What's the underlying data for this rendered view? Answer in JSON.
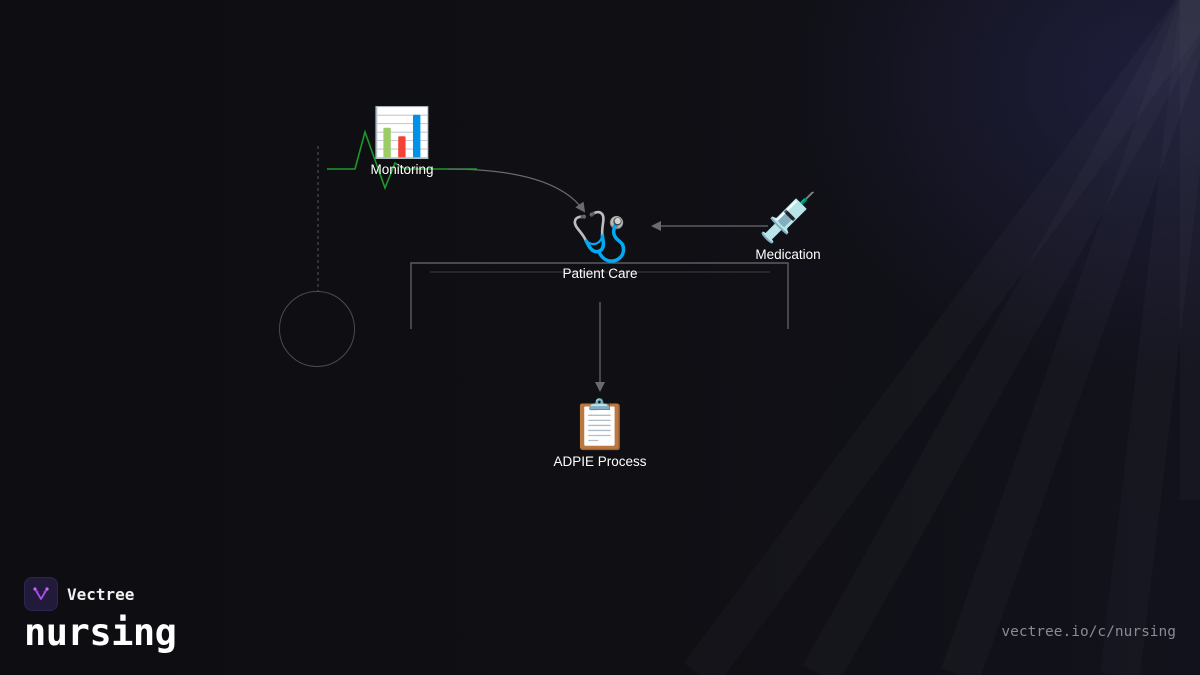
{
  "colors": {
    "background": "#0e0e12",
    "connector": "#6a6a70",
    "ecg_trace": "#1a9a2a",
    "text": "#ffffff",
    "url_text": "#8a8a92",
    "logo_accent": "#b04ce8"
  },
  "nodes": {
    "monitoring": {
      "icon": "bar-chart-icon",
      "glyph": "📊",
      "label": "Monitoring"
    },
    "patient_care": {
      "icon": "stethoscope-icon",
      "glyph": "🩺",
      "label": "Patient Care"
    },
    "medication": {
      "icon": "syringe-icon",
      "glyph": "💉",
      "label": "Medication"
    },
    "adpie": {
      "icon": "clipboard-icon",
      "glyph": "📋",
      "label": "ADPIE Process"
    }
  },
  "edges": [
    {
      "from": "monitoring",
      "to": "patient_care",
      "style": "curved-arrow"
    },
    {
      "from": "medication",
      "to": "patient_care",
      "style": "straight-arrow"
    },
    {
      "from": "patient_care",
      "to": "adpie",
      "style": "straight-arrow"
    }
  ],
  "brand": {
    "name": "Vectree",
    "logo_icon": "vectree-logo-icon"
  },
  "channel": "nursing",
  "url": "vectree.io/c/nursing"
}
